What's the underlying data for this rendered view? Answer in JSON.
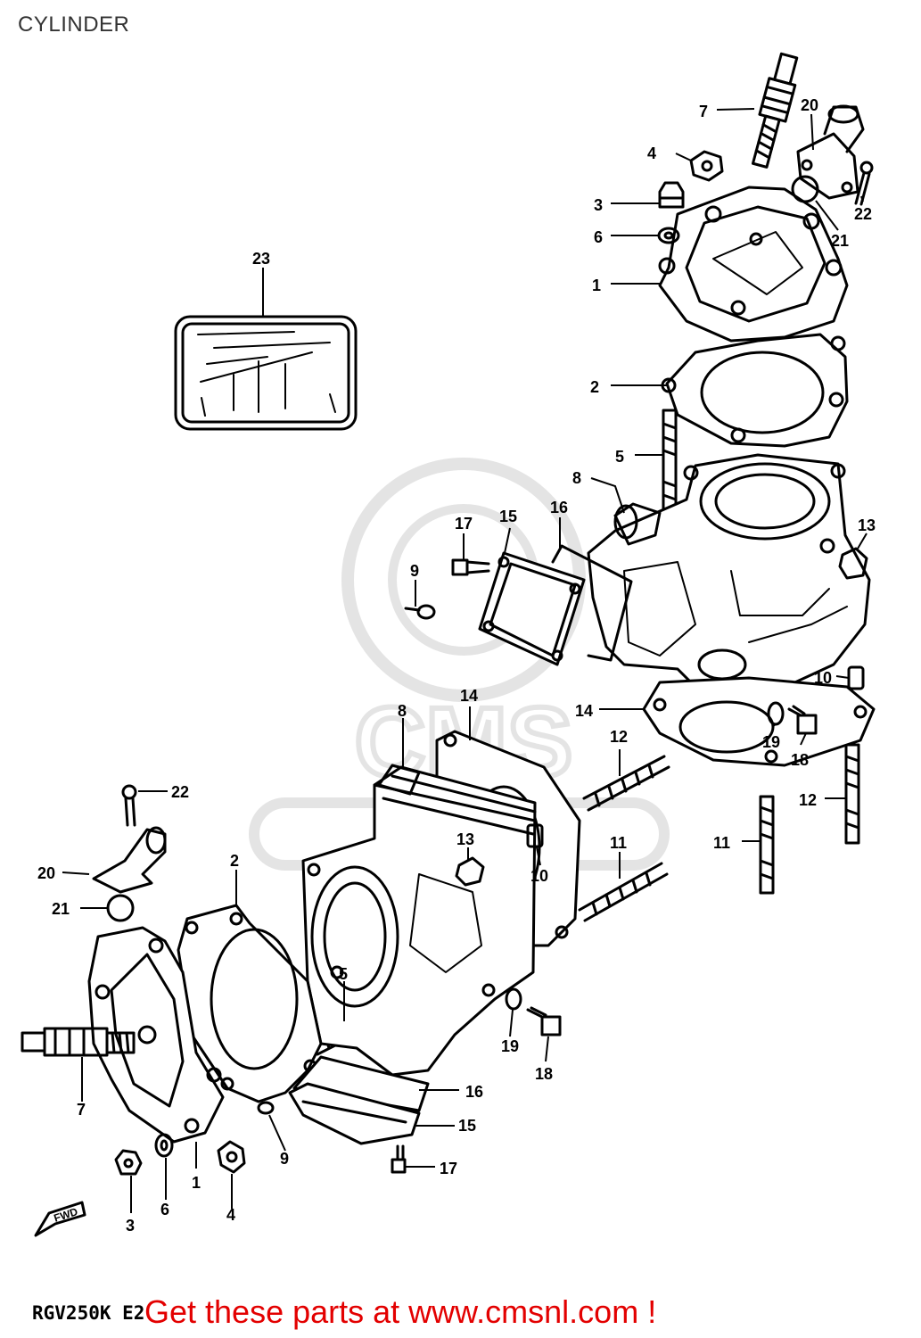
{
  "page": {
    "title": "CYLINDER",
    "model_code": "RGV250K E2",
    "promo_text": "Get these parts at www.cmsnl.com !",
    "watermark_text": "CMS"
  },
  "fwd_label": "FWD",
  "colors": {
    "ink": "#000000",
    "promo": "#e30000",
    "title": "#333333",
    "watermark": "#e4e4e4",
    "background": "#ffffff"
  },
  "callouts": [
    {
      "id": "c-1a",
      "text": "1"
    },
    {
      "id": "c-2a",
      "text": "2"
    },
    {
      "id": "c-3a",
      "text": "3"
    },
    {
      "id": "c-4a",
      "text": "4"
    },
    {
      "id": "c-5a",
      "text": "5"
    },
    {
      "id": "c-6a",
      "text": "6"
    },
    {
      "id": "c-7a",
      "text": "7"
    },
    {
      "id": "c-8a",
      "text": "8"
    },
    {
      "id": "c-9a",
      "text": "9"
    },
    {
      "id": "c-10a",
      "text": "10"
    },
    {
      "id": "c-11a",
      "text": "11"
    },
    {
      "id": "c-12a",
      "text": "12"
    },
    {
      "id": "c-13a",
      "text": "13"
    },
    {
      "id": "c-14a",
      "text": "14"
    },
    {
      "id": "c-15a",
      "text": "15"
    },
    {
      "id": "c-16a",
      "text": "16"
    },
    {
      "id": "c-17a",
      "text": "17"
    },
    {
      "id": "c-18a",
      "text": "18"
    },
    {
      "id": "c-19a",
      "text": "19"
    },
    {
      "id": "c-20a",
      "text": "20"
    },
    {
      "id": "c-21a",
      "text": "21"
    },
    {
      "id": "c-22a",
      "text": "22"
    },
    {
      "id": "c-23",
      "text": "23"
    },
    {
      "id": "c-1b",
      "text": "1"
    },
    {
      "id": "c-2b",
      "text": "2"
    },
    {
      "id": "c-3b",
      "text": "3"
    },
    {
      "id": "c-4b",
      "text": "4"
    },
    {
      "id": "c-5b",
      "text": "5"
    },
    {
      "id": "c-6b",
      "text": "6"
    },
    {
      "id": "c-7b",
      "text": "7"
    },
    {
      "id": "c-8b",
      "text": "8"
    },
    {
      "id": "c-9b",
      "text": "9"
    },
    {
      "id": "c-10b",
      "text": "10"
    },
    {
      "id": "c-11b",
      "text": "11"
    },
    {
      "id": "c-12b",
      "text": "12"
    },
    {
      "id": "c-13b",
      "text": "13"
    },
    {
      "id": "c-14b",
      "text": "14"
    },
    {
      "id": "c-15b",
      "text": "15"
    },
    {
      "id": "c-16b",
      "text": "16"
    },
    {
      "id": "c-17b",
      "text": "17"
    },
    {
      "id": "c-18b",
      "text": "18"
    },
    {
      "id": "c-19b",
      "text": "19"
    },
    {
      "id": "c-20b",
      "text": "20"
    },
    {
      "id": "c-21b",
      "text": "21"
    },
    {
      "id": "c-22b",
      "text": "22"
    }
  ]
}
